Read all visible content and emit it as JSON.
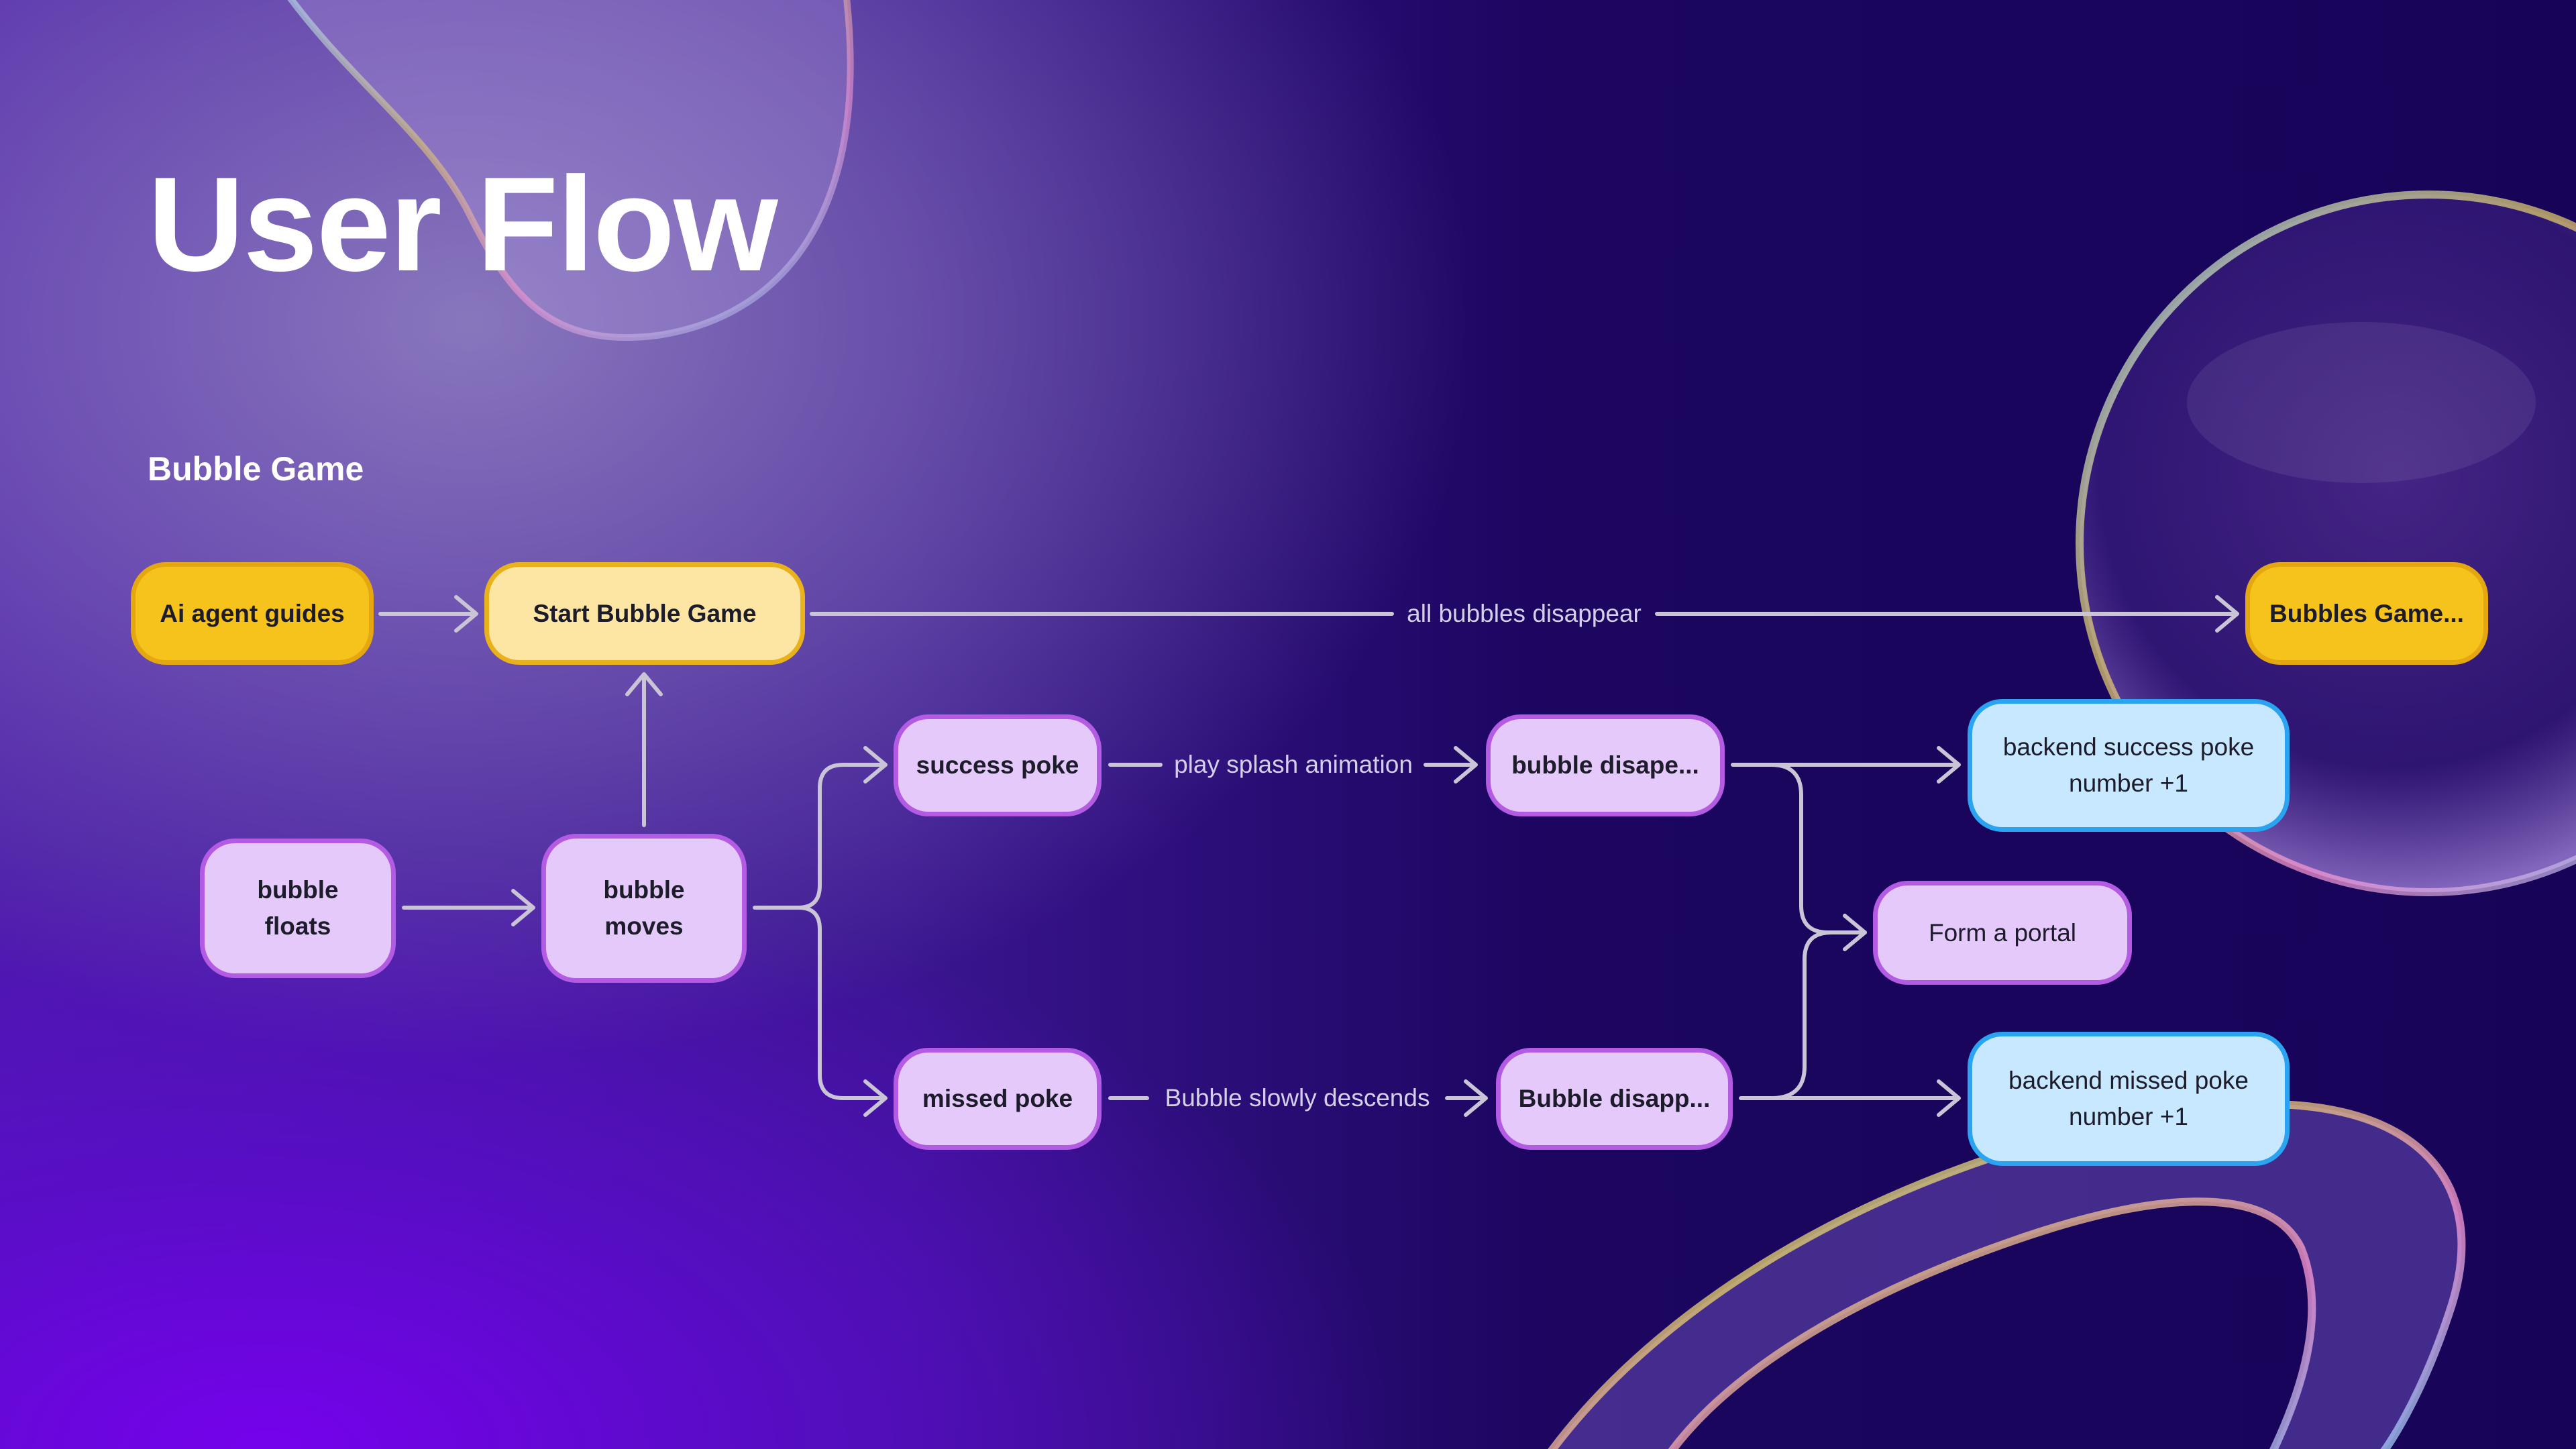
{
  "page": {
    "title": "User Flow",
    "subtitle": "Bubble Game"
  },
  "nodes": {
    "ai_agent_guides": "Ai agent guides",
    "start_bubble_game": "Start Bubble Game",
    "bubbles_game_end": "Bubbles Game...",
    "bubble_floats": "bubble\nfloats",
    "bubble_moves": "bubble\nmoves",
    "success_poke": "success poke",
    "missed_poke": "missed poke",
    "bubble_disappear_success": "bubble disape...",
    "bubble_disappear_missed": "Bubble disapp...",
    "backend_success": "backend success poke\nnumber +1",
    "backend_missed": "backend missed poke\nnumber +1",
    "form_portal": "Form a portal"
  },
  "edge_labels": {
    "all_bubbles_disappear": "all bubbles disappear",
    "play_splash_animation": "play splash animation",
    "bubble_slowly_descends": "Bubble slowly descends"
  },
  "colors": {
    "background_dark": "#170458",
    "background_purple": "#6a00e8",
    "node_yellow": "#f6c21c",
    "node_cream": "#fde6a3",
    "node_purple": "#e6c9fb",
    "node_blue": "#c8e8ff",
    "connector": "#c9c4d6"
  }
}
